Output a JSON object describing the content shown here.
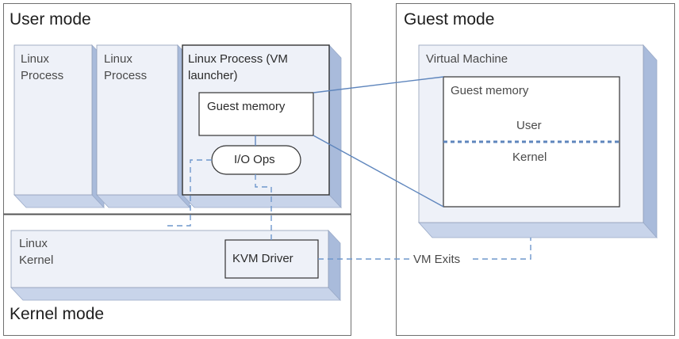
{
  "user_mode": {
    "title": "User mode",
    "proc1": [
      "Linux",
      "Process"
    ],
    "proc2": [
      "Linux",
      "Process"
    ],
    "vm_launcher": [
      "Linux Process (VM",
      "launcher)"
    ],
    "guest_memory": "Guest memory",
    "io_ops": "I/O Ops"
  },
  "kernel_mode": {
    "title": "Kernel mode",
    "linux_kernel": [
      "Linux",
      "Kernel"
    ],
    "kvm_driver": "KVM Driver"
  },
  "guest_mode": {
    "title": "Guest mode",
    "virtual_machine": "Virtual Machine",
    "guest_memory": "Guest memory",
    "user": "User",
    "kernel": "Kernel"
  },
  "vm_exits": "VM Exits",
  "colors": {
    "panel_border": "#707070",
    "box_face": "#eef1f8",
    "box_side": "#a9bbdb",
    "box_bottom": "#c8d4ea",
    "link_line": "#5f86bd",
    "dashed_line": "#6f97cc"
  }
}
